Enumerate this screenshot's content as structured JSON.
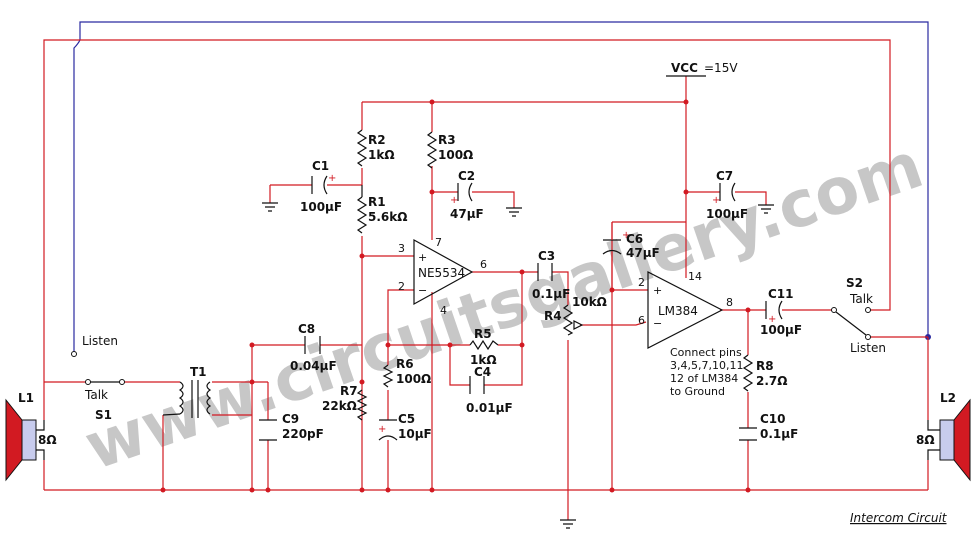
{
  "title": "Intercom Circuit",
  "watermark": "www.circuitsgallery.com",
  "vcc": {
    "name": "VCC",
    "value": "=15V"
  },
  "ics": {
    "u1": "NE5534",
    "u2": "LM384"
  },
  "pins": {
    "u1_in_plus": "3",
    "u1_in_minus": "2",
    "u1_vplus": "7",
    "u1_vminus": "4",
    "u1_out": "6",
    "u2_in_plus": "2",
    "u2_in_minus": "6",
    "u2_vplus": "14",
    "u2_out": "8"
  },
  "components": {
    "R1": {
      "name": "R1",
      "value": "5.6kΩ"
    },
    "R2": {
      "name": "R2",
      "value": "1kΩ"
    },
    "R3": {
      "name": "R3",
      "value": "100Ω"
    },
    "R4": {
      "name": "R4",
      "value": "10kΩ"
    },
    "R5": {
      "name": "R5",
      "value": "1kΩ"
    },
    "R6": {
      "name": "R6",
      "value": "100Ω"
    },
    "R7": {
      "name": "R7",
      "value": "22kΩ"
    },
    "R8": {
      "name": "R8",
      "value": "2.7Ω"
    },
    "C1": {
      "name": "C1",
      "value": "100μF"
    },
    "C2": {
      "name": "C2",
      "value": "47μF"
    },
    "C3": {
      "name": "C3",
      "value": "0.1μF"
    },
    "C4": {
      "name": "C4",
      "value": "0.01μF"
    },
    "C5": {
      "name": "C5",
      "value": "10μF"
    },
    "C6": {
      "name": "C6",
      "value": "47μF"
    },
    "C7": {
      "name": "C7",
      "value": "100μF"
    },
    "C8": {
      "name": "C8",
      "value": "0.04μF"
    },
    "C9": {
      "name": "C9",
      "value": "220pF"
    },
    "C10": {
      "name": "C10",
      "value": "0.1μF"
    },
    "C11": {
      "name": "C11",
      "value": "100μF"
    },
    "T1": {
      "name": "T1"
    },
    "L1": {
      "name": "L1",
      "value": "8Ω"
    },
    "L2": {
      "name": "L2",
      "value": "8Ω"
    },
    "S1": {
      "name": "S1",
      "talk": "Talk",
      "listen": "Listen"
    },
    "S2": {
      "name": "S2",
      "talk": "Talk",
      "listen": "Listen"
    }
  },
  "note": [
    "Connect pins",
    "3,4,5,7,10,11",
    "12 of LM384",
    "to Ground"
  ],
  "colors": {
    "wire": "#d21a22",
    "switch_wire": "#2a2aa0",
    "speaker": "#d21a22",
    "speaker_face": "#c8ccee"
  }
}
